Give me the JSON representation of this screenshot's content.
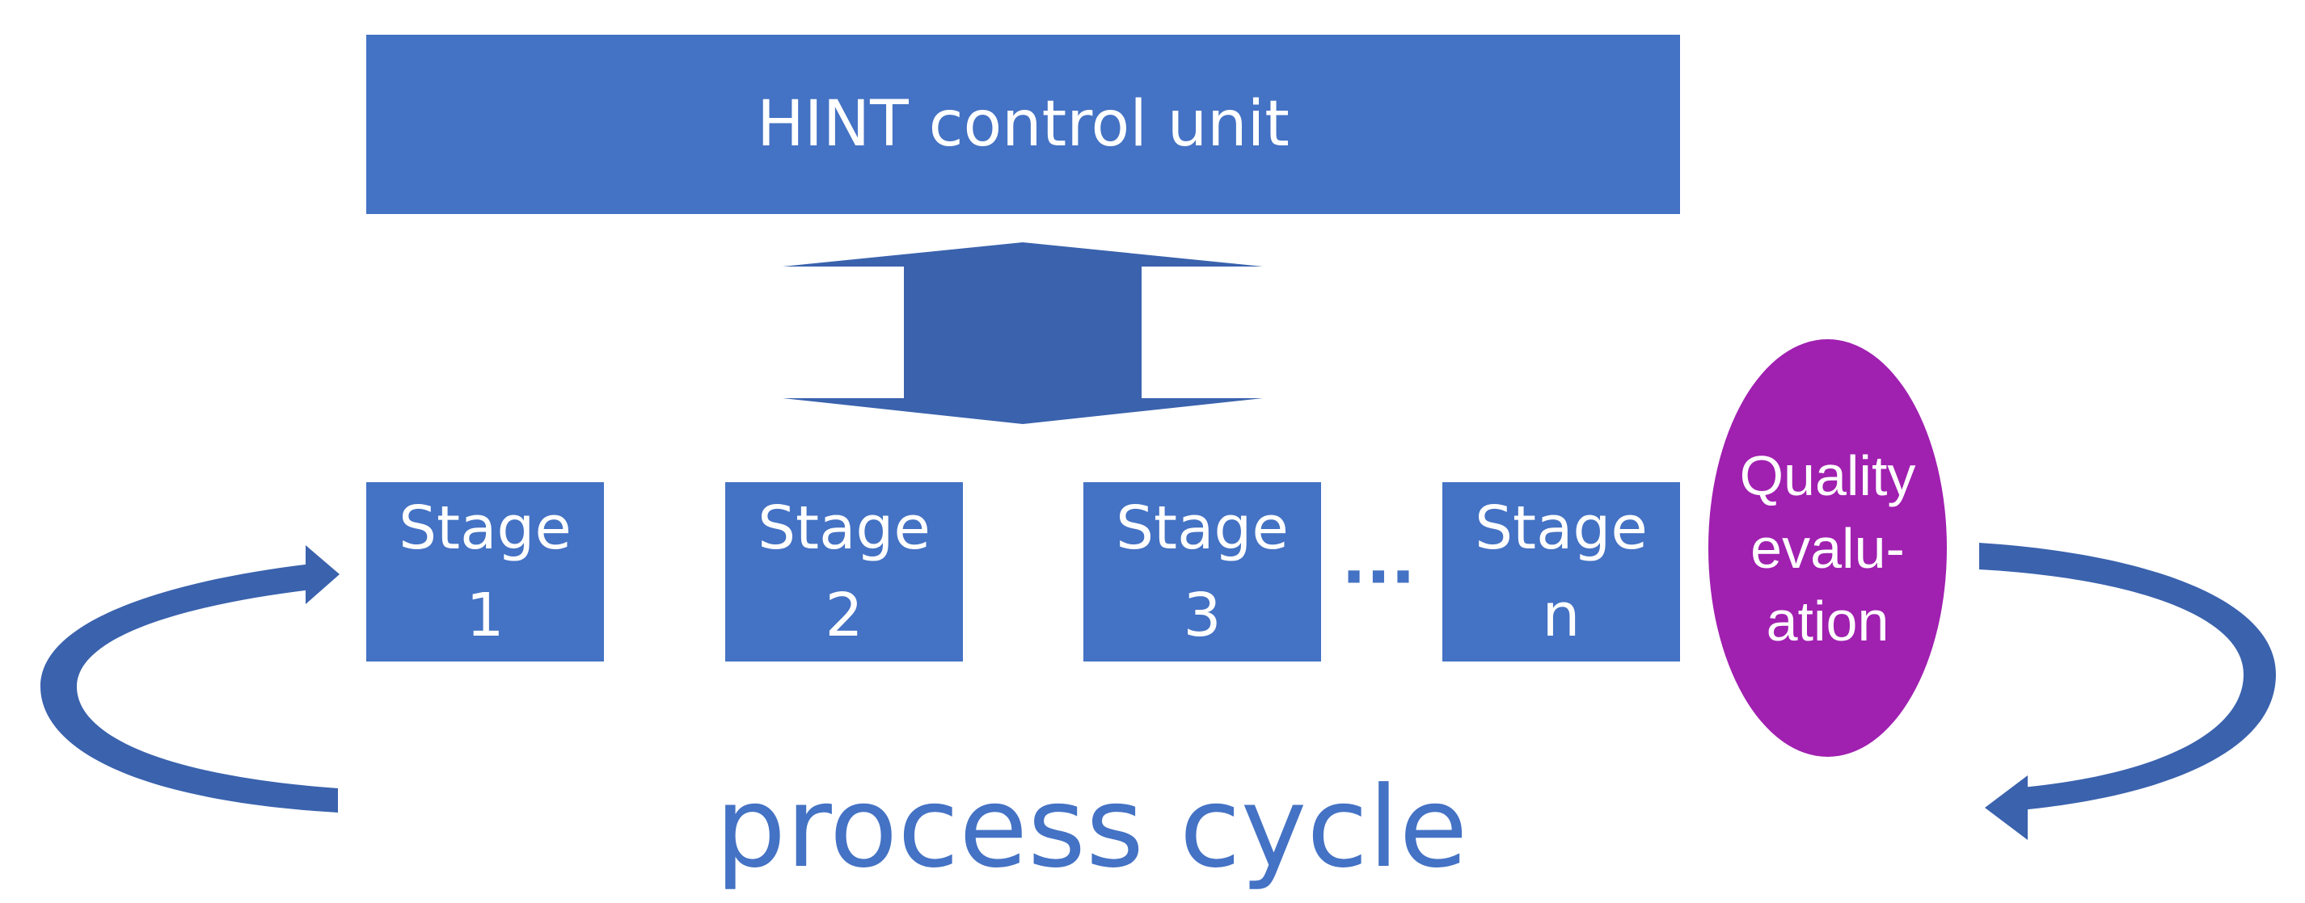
{
  "diagram": {
    "control_unit_label": "HINT control unit",
    "stages": [
      {
        "line1": "Stage",
        "line2": "1"
      },
      {
        "line1": "Stage",
        "line2": "2"
      },
      {
        "line1": "Stage",
        "line2": "3"
      },
      {
        "line1": "Stage",
        "line2": "n"
      }
    ],
    "ellipsis": "···",
    "quality_evaluation": {
      "line1": "Quality",
      "line2": "evalu-",
      "line3": "ation"
    },
    "cycle_label": "process cycle",
    "colors": {
      "box_blue": "#4472c4",
      "arrow_blue": "#3a62ad",
      "quality_purple": "#a020b0",
      "text_white": "#ffffff"
    }
  }
}
